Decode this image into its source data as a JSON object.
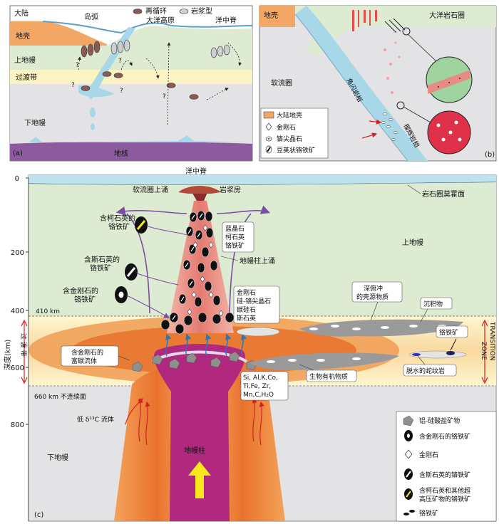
{
  "panel_a": {
    "tag": "(a)",
    "continent": "大陆",
    "island_arc": "岛弧",
    "ocean_plateau": "大洋高原",
    "mid_ocean_ridge": "洋中脊",
    "crust": "地壳",
    "upper_mantle": "上地幔",
    "transition_zone": "过渡带",
    "lower_mantle": "下地幔",
    "core": "地核",
    "legend_recycled": "再循环",
    "legend_magmatic": "岩浆型",
    "question_mark": "?"
  },
  "panel_b": {
    "tag": "(b)",
    "continent_crust": "地壳",
    "oceanic_lithosphere": "大洋岩石圈",
    "asthenosphere": "软流圈",
    "amphibolite_facies": "角闪岩相",
    "eclogite_facies": "榴辉岩相",
    "legend": [
      {
        "label": "大陆地壳",
        "icon": "continental-crust-swatch"
      },
      {
        "label": "金刚石",
        "icon": "diamond-icon"
      },
      {
        "label": "铬尖晶石",
        "icon": "chrome-spinel-icon"
      },
      {
        "label": "豆荚状铬铁矿",
        "icon": "podiform-chromitite-icon"
      }
    ]
  },
  "panel_c": {
    "tag": "(c)",
    "y_axis_label": "深度(km)",
    "y_ticks": [
      "0",
      "200",
      "400",
      "600",
      "800"
    ],
    "mid_ocean_ridge": "洋中脊",
    "asthenosphere_upwelling": "软流圈上涌",
    "magma_chamber": "岩浆房",
    "lithosphere_moho": "岩石圈莫霍面",
    "upper_mantle": "上地幔",
    "plume_upwelling": "地幔柱上涌",
    "coesite_chromitite": [
      "含柯石英的",
      "铬铁矿"
    ],
    "stishovite_chromitite": [
      "含斯石英的",
      "铬铁矿"
    ],
    "diamond_chromitite": [
      "含金刚石的",
      "铬铁矿"
    ],
    "upper_minerals": [
      "蓝晶石",
      "柯石英",
      "铬铁矿"
    ],
    "lower_minerals": [
      "金刚石",
      "硅-铬尖晶石",
      "碳硅石",
      "斯石英"
    ],
    "subducted_crust": [
      "深俯冲",
      "的壳源物质"
    ],
    "sediments": "沉积物",
    "chromitite": "铬铁矿",
    "dehydrated_serpentinite": "脱水的蛇纹岩",
    "biological_organic": "生物有机物质",
    "diamond_bearing_fluid": [
      "含金刚石的",
      "富碳流体"
    ],
    "elements": [
      "Si, Al,K,Co,",
      "Ti,Fe, Zr,",
      "Mn,C,H₂O"
    ],
    "km410": "410 km",
    "km660": "660 km 不连续面",
    "transition_band": "过 渡 带",
    "transition_zone_en": [
      "TRANSITION",
      "ZONE"
    ],
    "low_c_fluid": "低 δ¹³C 流体",
    "mantle_plume": "地幔柱",
    "lower_mantle": "下地幔",
    "legend": [
      {
        "label": "铝-硅酸盐矿物",
        "icon": "aluminosilicate-icon"
      },
      {
        "label": "含金刚石的铬铁矿",
        "icon": "diamond-chromitite-icon"
      },
      {
        "label": "金刚石",
        "icon": "diamond-icon"
      },
      {
        "label": "含斯石英的铬铁矿",
        "icon": "stishovite-chromitite-icon"
      },
      {
        "label": "含柯石英和其他超",
        "label2": "高压矿物的铬铁矿",
        "icon": "coesite-chromitite-icon"
      },
      {
        "label": "铬铁矿",
        "icon": "chromitite-icon"
      }
    ]
  },
  "colors": {
    "crust": "#f2a765",
    "upper_mantle": "#dcebd2",
    "transition": "#fbf3c2",
    "lower_mantle": "#e3e3e6",
    "core": "#8c5a9e",
    "slab": "#a8d8e8",
    "plume": "#b0297e",
    "plume_orange": "#e8722c",
    "beam": "#e98b84",
    "arrow_purple": "#7b4fa0",
    "yellow": "#f8e81c"
  }
}
